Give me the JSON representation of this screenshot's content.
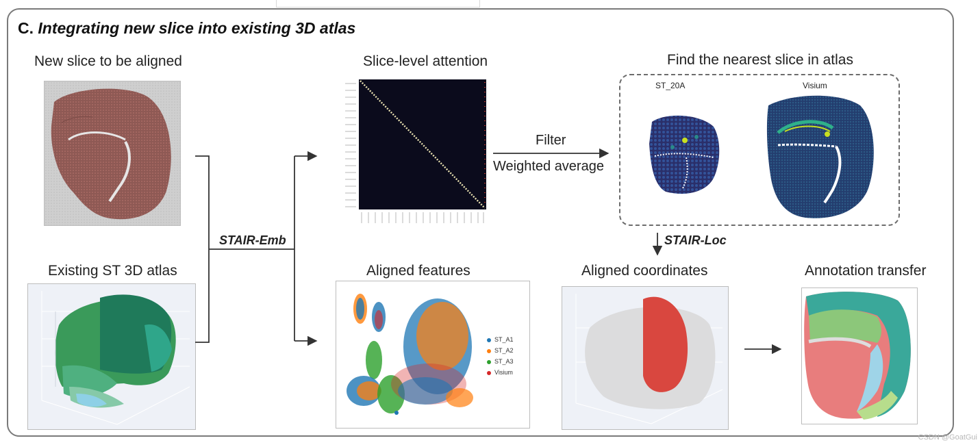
{
  "panel": {
    "label_letter": "C.",
    "title": "Integrating new slice into existing 3D atlas"
  },
  "labels": {
    "new_slice": "New slice to be aligned",
    "existing_atlas": "Existing ST 3D atlas",
    "slice_attention": "Slice-level attention",
    "aligned_features": "Aligned features",
    "find_nearest": "Find the nearest slice in atlas",
    "aligned_coordinates": "Aligned coordinates",
    "annotation_transfer": "Annotation transfer"
  },
  "steps": {
    "stair_emb": "STAIR-Emb",
    "stair_loc": "STAIR-Loc",
    "filter": "Filter",
    "weighted_average": "Weighted average"
  },
  "nearest_slice": {
    "left_name": "ST_20A",
    "right_name": "Visium"
  },
  "features_legend": [
    {
      "name": "ST_A1",
      "color": "#1f77b4"
    },
    {
      "name": "ST_A2",
      "color": "#ff7f0e"
    },
    {
      "name": "ST_A3",
      "color": "#2ca02c"
    },
    {
      "name": "Visium",
      "color": "#d62728"
    }
  ],
  "watermark": "CSDN @GoatGui",
  "colors": {
    "frame": "#7a7a7a",
    "arrow": "#333333",
    "tissue_brown": "#8a5a55",
    "heatmap_bg": "#0b0b1c",
    "diagonal": "#e8e0b0",
    "viridis_dark": "#2a3b70",
    "viridis_mid": "#2a8a8a",
    "viridis_bright": "#c8e020",
    "highlight_red": "#d9473f"
  }
}
